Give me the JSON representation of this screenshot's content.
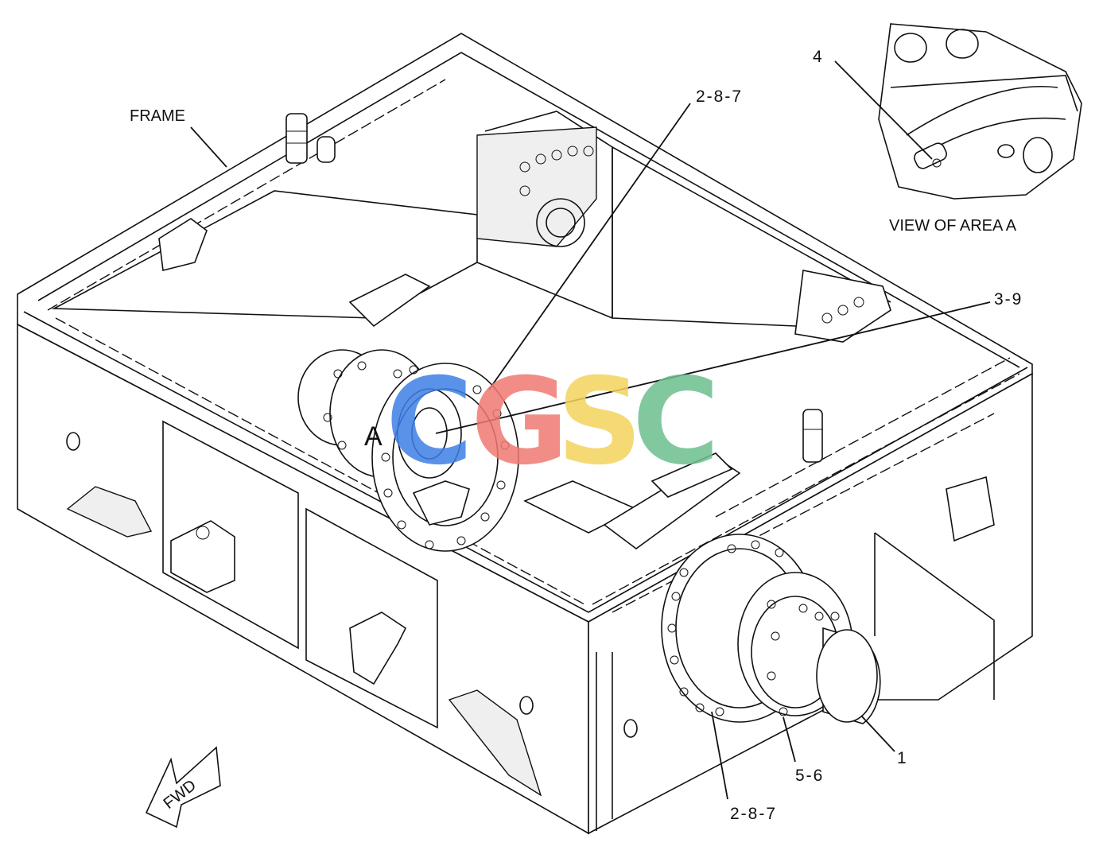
{
  "labels": {
    "frame": "FRAME",
    "view_area": "VIEW OF AREA  A",
    "area_marker": "A",
    "fwd": "FWD"
  },
  "callouts": [
    {
      "id": "c287top",
      "text": "2-8-7"
    },
    {
      "id": "c39",
      "text": "3-9"
    },
    {
      "id": "c4",
      "text": "4"
    },
    {
      "id": "c1",
      "text": "1"
    },
    {
      "id": "c56",
      "text": "5-6"
    },
    {
      "id": "c287bot",
      "text": "2-8-7"
    }
  ],
  "watermark": {
    "letters": [
      "C",
      "G",
      "S",
      "C"
    ],
    "colors": [
      "#3f80e6",
      "#ef7a72",
      "#f4d35e",
      "#6cbf8e"
    ]
  }
}
